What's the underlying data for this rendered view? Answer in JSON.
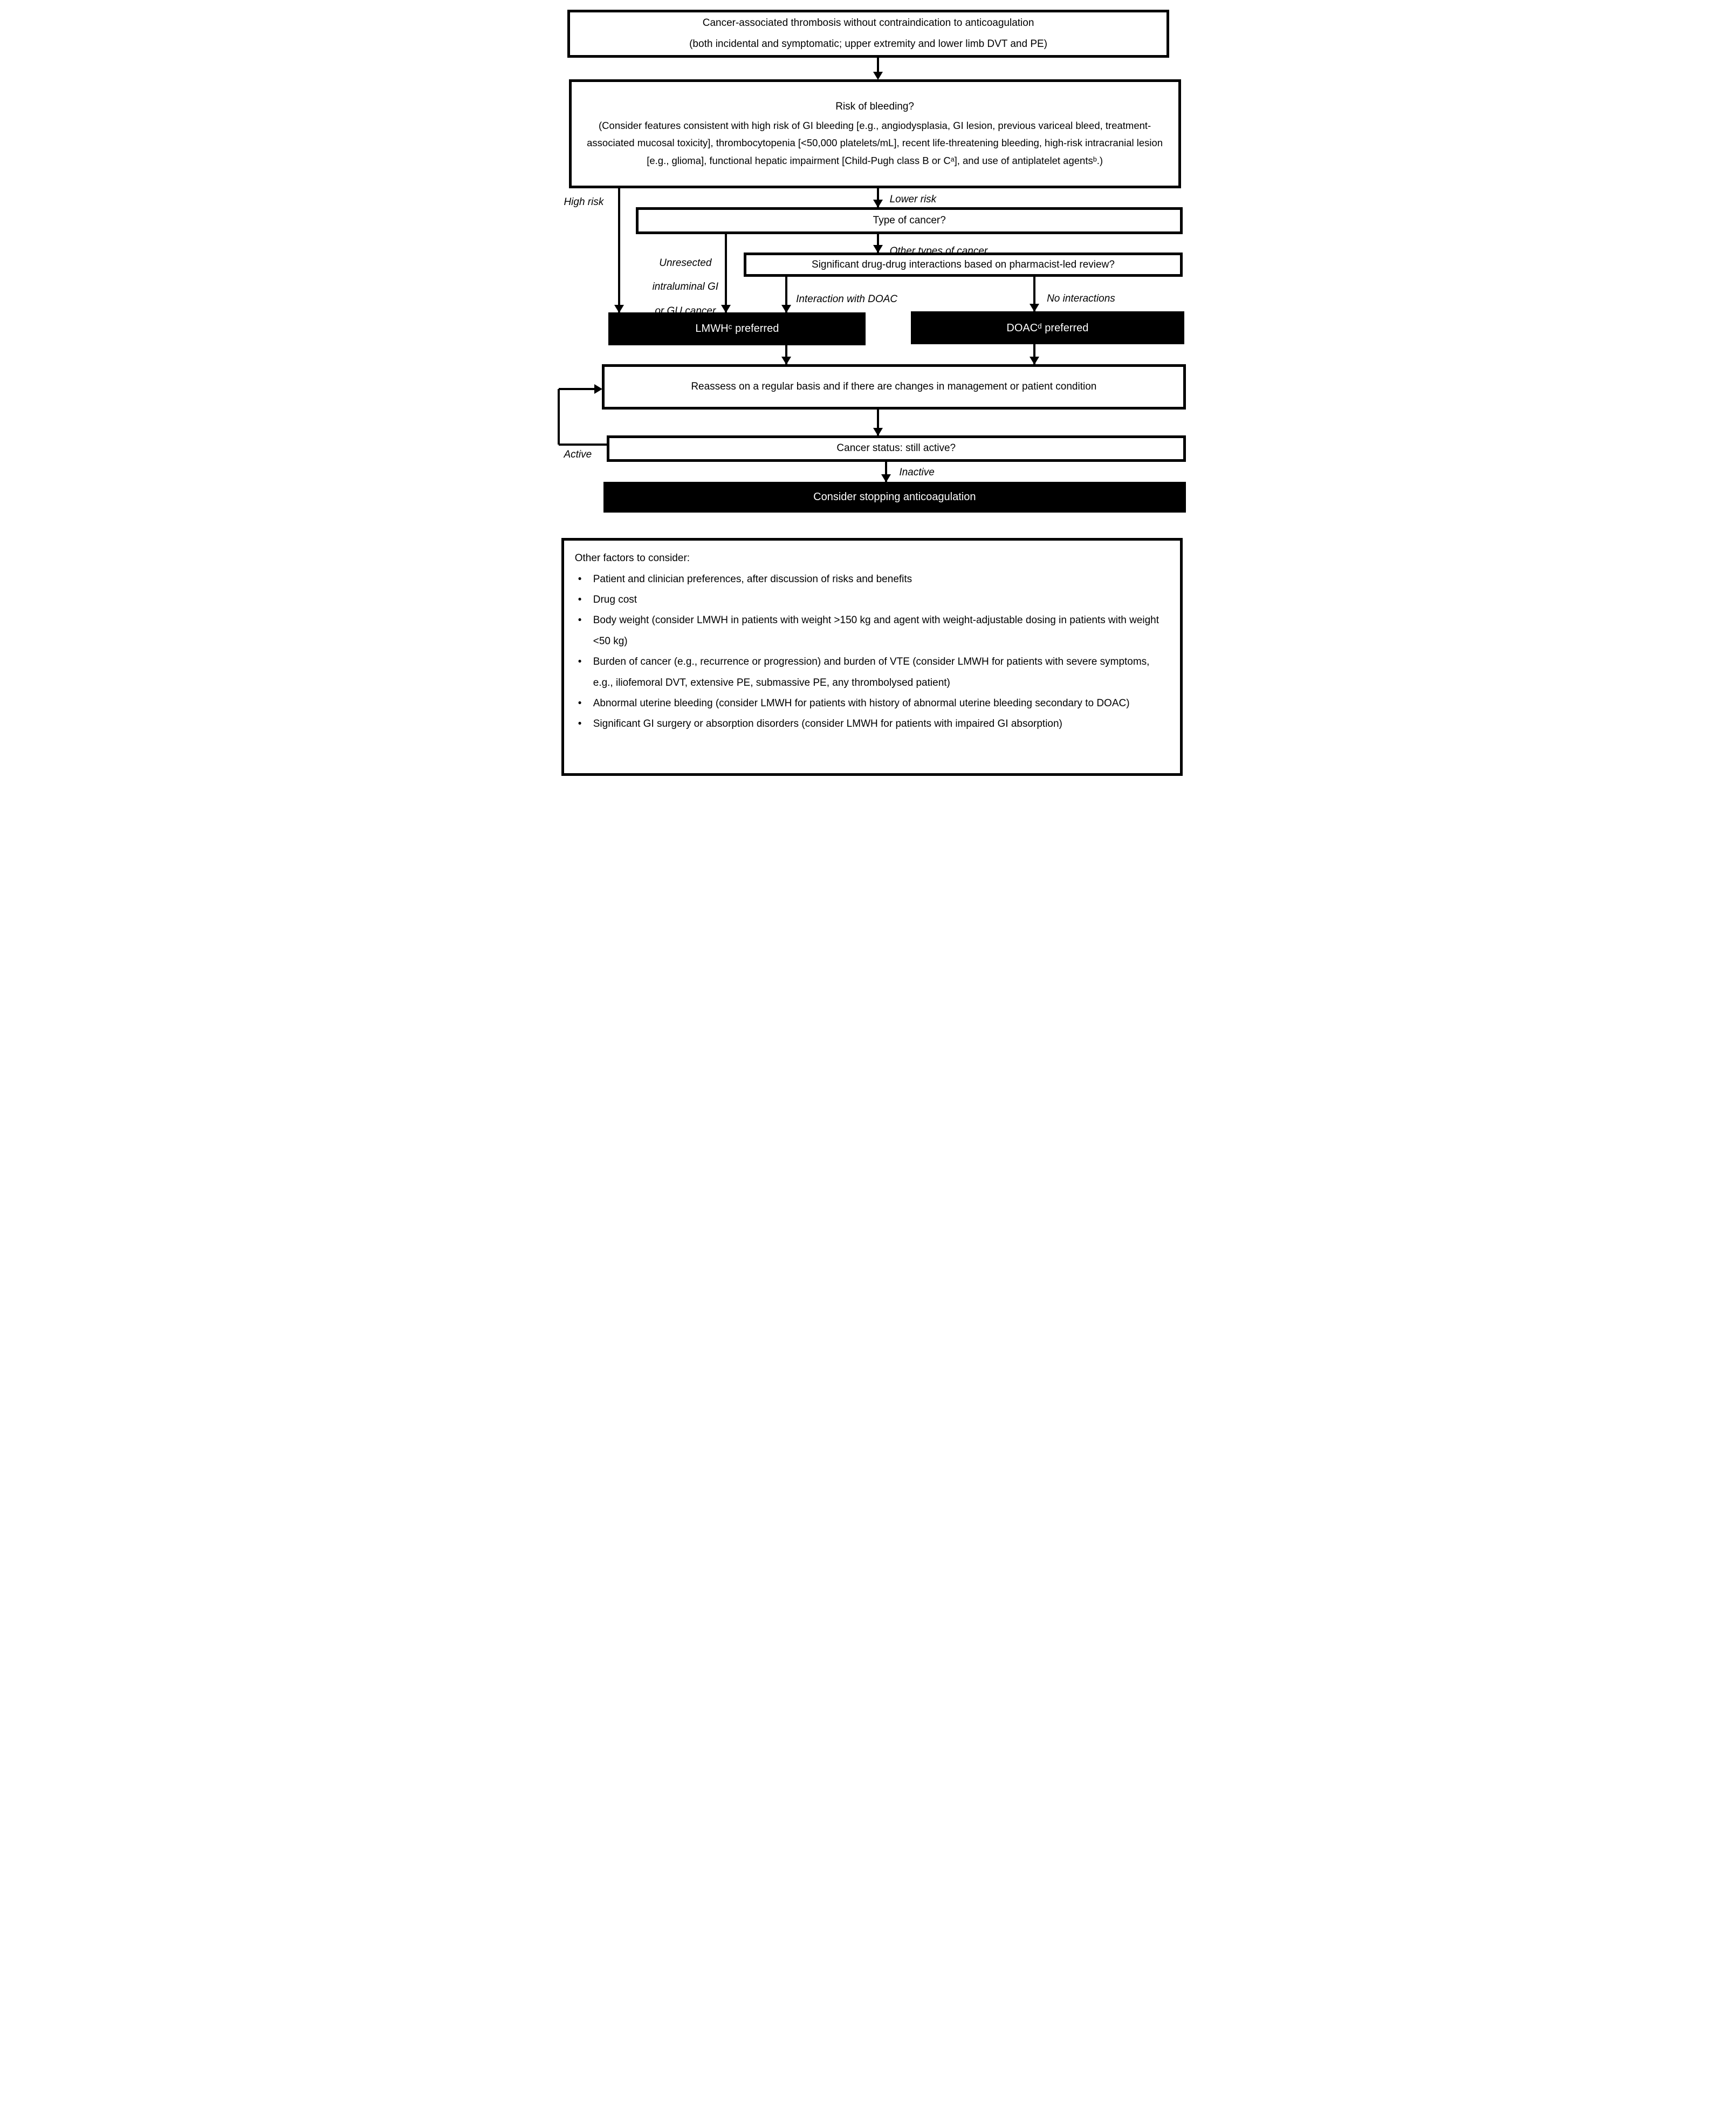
{
  "nodes": {
    "start": {
      "line1": "Cancer-associated thrombosis without contraindication to anticoagulation",
      "line2": "(both incidental and symptomatic; upper extremity and lower limb DVT and PE)"
    },
    "bleeding_risk": {
      "title": "Risk of bleeding?",
      "detail": "(Consider features consistent with high risk of GI bleeding [e.g., angiodysplasia, GI lesion, previous variceal bleed, treatment-associated mucosal toxicity], thrombocytopenia [<50,000 platelets/mL], recent life-threatening bleeding, high-risk intracranial lesion [e.g., glioma], functional hepatic impairment [Child-Pugh class B or Cᵃ], and use of antiplatelet agentsᵇ.)"
    },
    "cancer_type": "Type of cancer?",
    "ddi": "Significant drug-drug interactions based on pharmacist-led review?",
    "lmwh_preferred": "LMWHᶜ preferred",
    "doac_preferred": "DOACᵈ preferred",
    "reassess": "Reassess on a regular basis and if there are changes in management or patient condition",
    "cancer_status": "Cancer status: still active?",
    "stop": "Consider stopping anticoagulation"
  },
  "edge_labels": {
    "high_risk": "High risk",
    "lower_risk": "Lower risk",
    "unresected": "Unresected intraluminal GI or GU cancer",
    "other_types": "Other types of cancer",
    "interaction": "Interaction with DOAC",
    "no_interactions": "No interactions",
    "active": "Active",
    "inactive": "Inactive"
  },
  "other_factors": {
    "heading": "Other factors to consider:",
    "items": [
      "Patient and clinician preferences, after discussion of risks and benefits",
      "Drug cost",
      "Body weight (consider LMWH in patients with weight >150 kg and agent with weight-adjustable dosing in patients with weight <50 kg)",
      "Burden of cancer (e.g., recurrence or progression) and burden of VTE (consider LMWH for patients with severe symptoms, e.g., iliofemoral DVT, extensive PE, submassive PE, any thrombolysed patient)",
      "Abnormal uterine bleeding (consider LMWH for patients with history of abnormal uterine bleeding secondary to DOAC)",
      "Significant GI surgery or absorption disorders (consider LMWH for patients with impaired GI absorption)"
    ]
  },
  "colors": {
    "background": "#ffffff",
    "text": "#000000",
    "line": "#000000",
    "emphasis_box_bg": "#000000",
    "emphasis_box_text": "#ffffff"
  }
}
